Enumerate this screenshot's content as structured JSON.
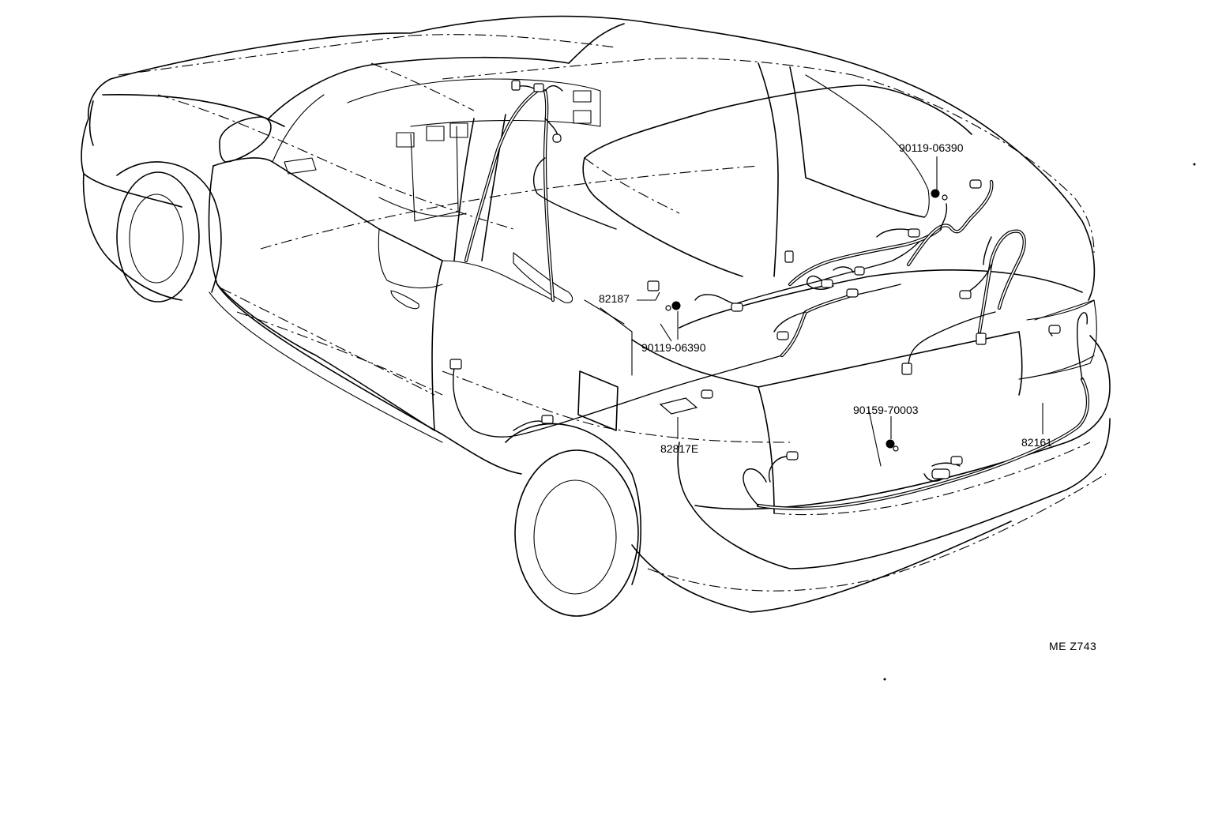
{
  "labels": {
    "clamp_upper": "90119-06390",
    "harness_left": "82187",
    "clamp_lower": "90119-06390",
    "clamp_rear": "90159-70003",
    "harness_rear": "82161",
    "protector": "82817E"
  },
  "reference_code": "ME Z743"
}
